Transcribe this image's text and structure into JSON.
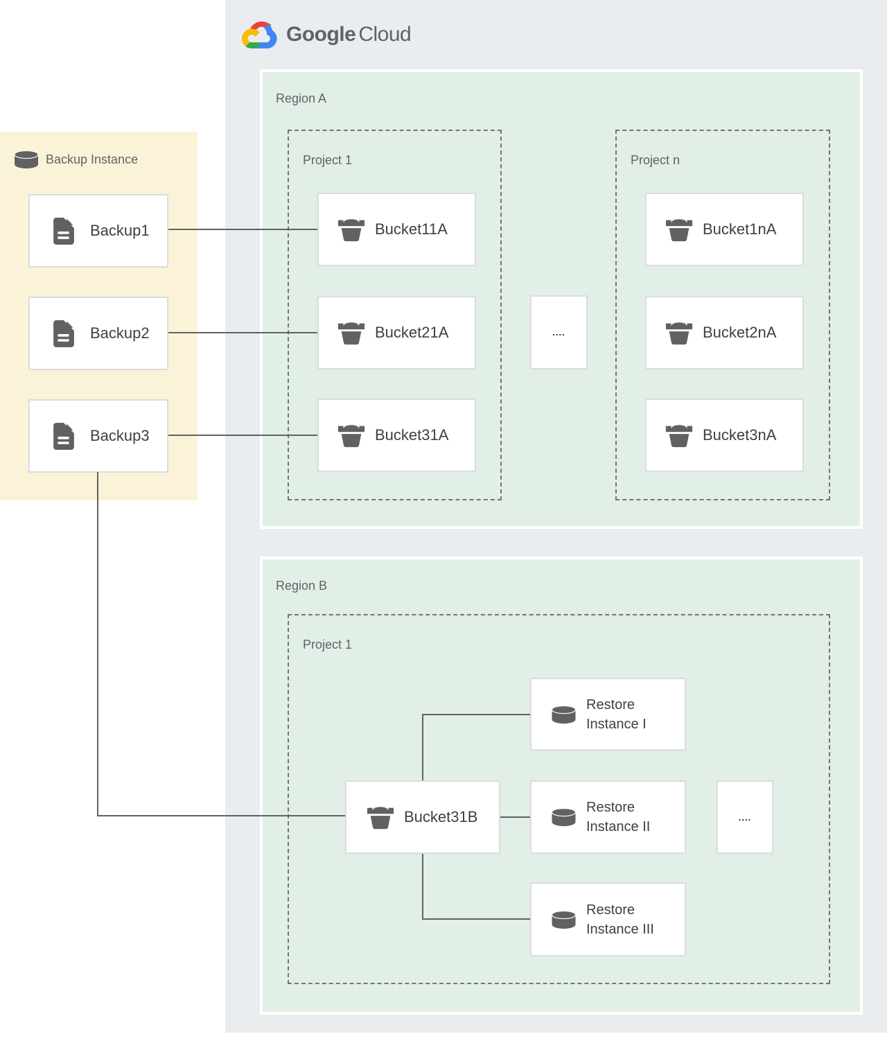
{
  "logo": {
    "google": "Google",
    "cloud": "Cloud"
  },
  "backup_panel": {
    "title": "Backup Instance",
    "items": [
      {
        "label": "Backup1"
      },
      {
        "label": "Backup2"
      },
      {
        "label": "Backup3"
      }
    ]
  },
  "region_a": {
    "label": "Region A",
    "project_1": {
      "label": "Project 1",
      "buckets": [
        "Bucket11A",
        "Bucket21A",
        "Bucket31A"
      ]
    },
    "project_n": {
      "label": "Project n",
      "buckets": [
        "Bucket1nA",
        "Bucket2nA",
        "Bucket3nA"
      ]
    },
    "ellipsis": "...."
  },
  "region_b": {
    "label": "Region B",
    "project_1": {
      "label": "Project 1",
      "bucket": "Bucket31B",
      "restore_instances": [
        "Restore Instance I",
        "Restore Instance II",
        "Restore Instance III"
      ],
      "ellipsis": "...."
    }
  },
  "colors": {
    "cloud_panel_bg": "#e9edf0",
    "backup_panel_bg": "#faf3d8",
    "region_bg": "#e1efe6",
    "box_border": "#dadce0",
    "dashed_border": "#70757a",
    "connector": "#616161",
    "icon_gray": "#616161",
    "label_gray": "#5f6368",
    "text_dark": "#3c4043",
    "logo_blue": "#4285f4",
    "logo_red": "#ea4335",
    "logo_yellow": "#fbbc05",
    "logo_green": "#34a853"
  }
}
